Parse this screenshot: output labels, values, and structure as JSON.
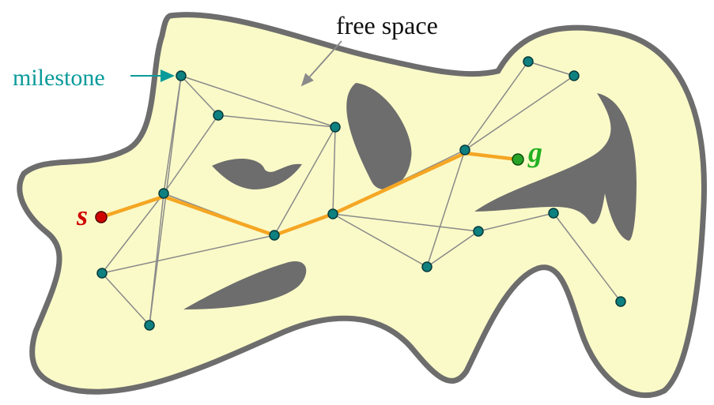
{
  "labels": {
    "free_space": "free space",
    "milestone": "milestone",
    "start": "s",
    "goal": "g"
  },
  "colors": {
    "free_space_fill": "#fafac8",
    "boundary": "#6d6d6d",
    "obstacle": "#6d6d6d",
    "milestone_node": "#0e8080",
    "edge": "#8a8a8a",
    "path": "#f5a623",
    "start_node": "#d10000",
    "goal_node": "#27a327",
    "milestone_label": "#0a9a9a",
    "start_label": "#d10000",
    "goal_label": "#22b022"
  }
}
